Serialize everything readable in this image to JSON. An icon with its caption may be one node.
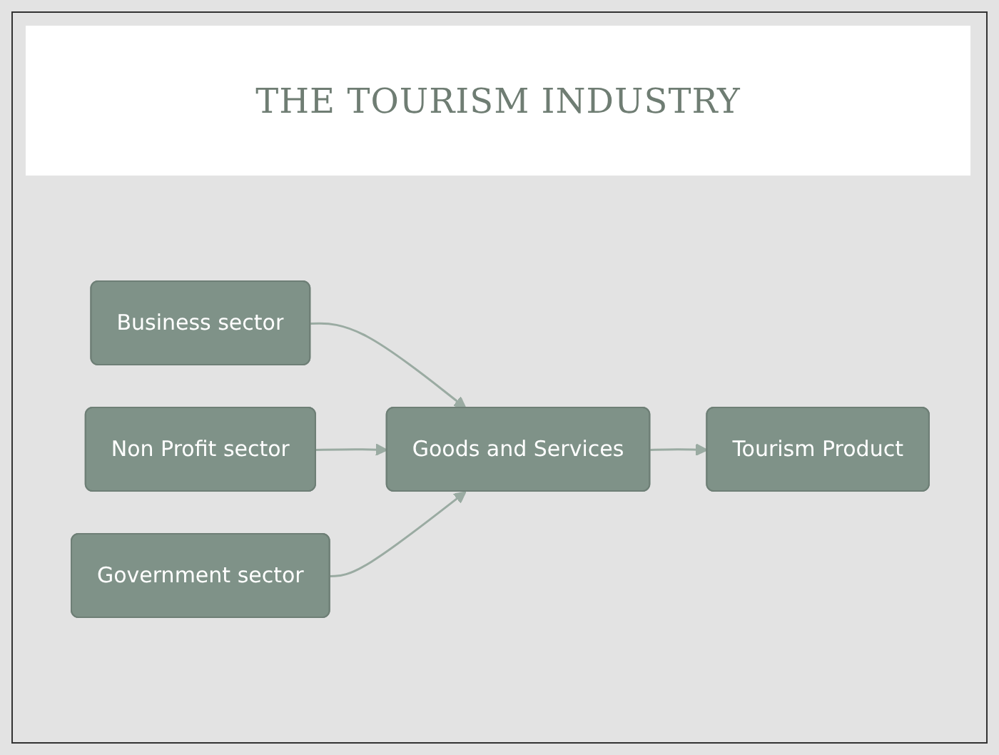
{
  "diagram": {
    "title": "THE TOURISM INDUSTRY",
    "nodes": [
      {
        "text": [
          "Business sector"
        ]
      },
      {
        "text": [
          "Non Profit sector"
        ]
      },
      {
        "text": [
          "Government sector"
        ]
      },
      {
        "text": [
          "Goods and Services"
        ]
      },
      {
        "text": [
          "Tourism Product"
        ]
      }
    ],
    "edges": [
      {
        "from": 0,
        "to": 3,
        "arrow": "to"
      },
      {
        "from": 1,
        "to": 3,
        "arrow": "to"
      },
      {
        "from": 2,
        "to": 3,
        "arrow": "to"
      },
      {
        "from": 3,
        "to": 4,
        "arrow": "to"
      }
    ]
  }
}
